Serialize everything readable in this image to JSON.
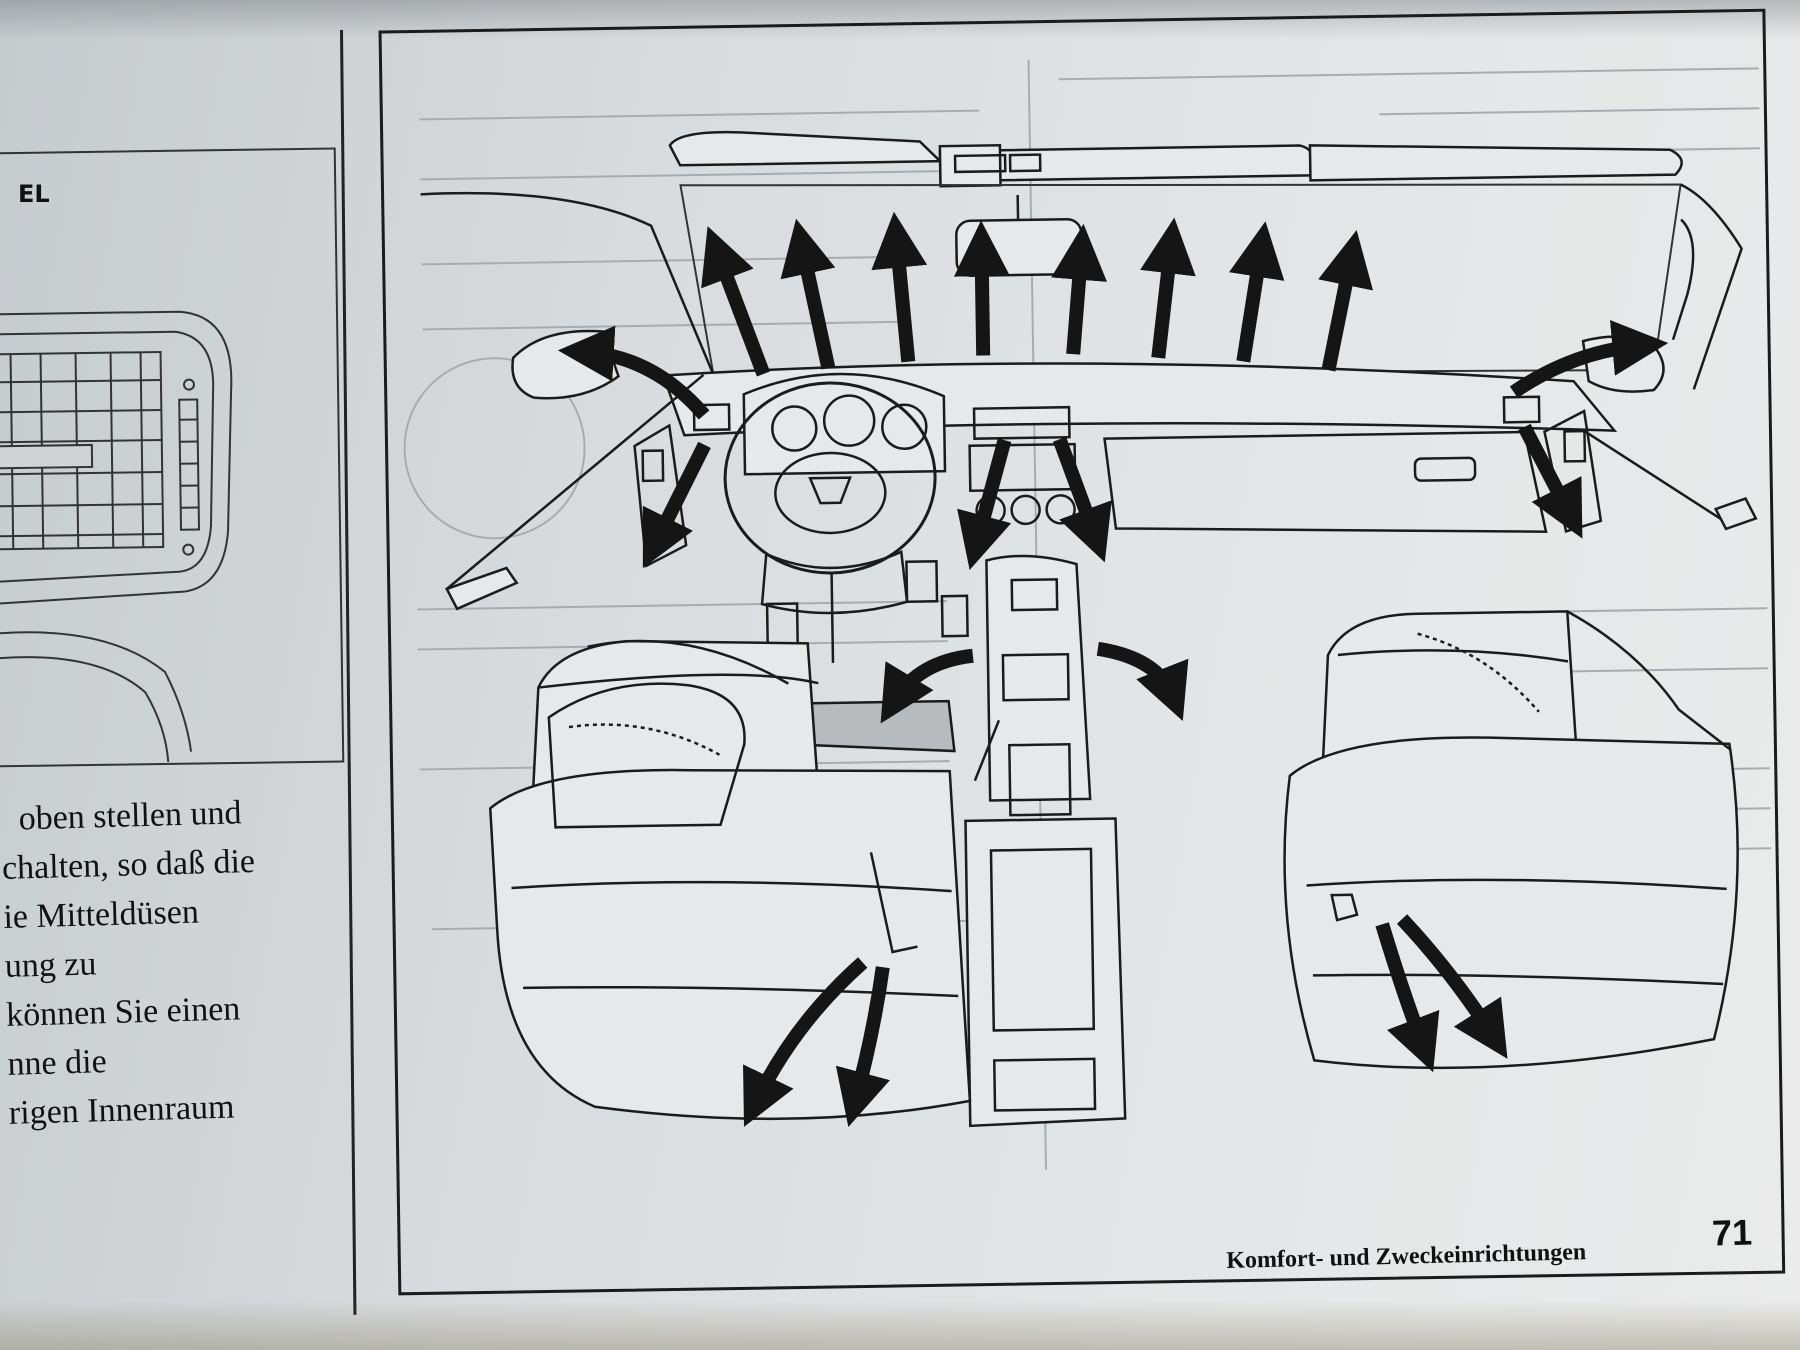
{
  "inset": {
    "label_fragment": "EL"
  },
  "body_text": [
    "oben stellen und",
    "chalten, so daß die",
    "ie Mitteldüsen",
    "ung zu",
    "können Sie einen",
    "nne die",
    "rigen Innenraum"
  ],
  "footer": {
    "section_title": "Komfort-  und Zweckeinrichtungen",
    "page_number": "71"
  },
  "colors": {
    "ink": "#111111",
    "paper": "#e2e4e5"
  }
}
